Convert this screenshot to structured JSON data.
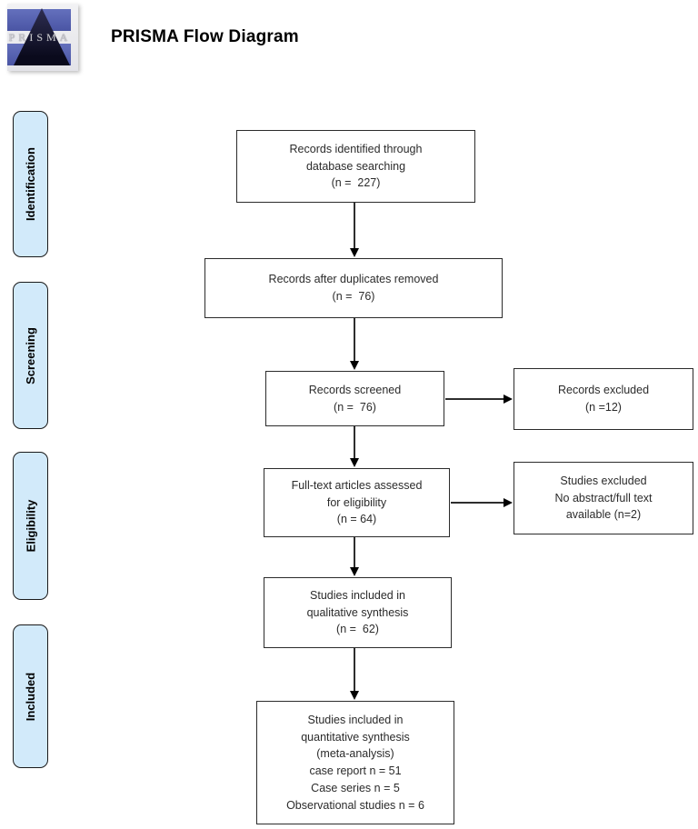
{
  "header": {
    "title": "PRISMA Flow Diagram",
    "logo_text": "PRISMA"
  },
  "sidebar": {
    "fill_color": "#d2eafa",
    "items": [
      {
        "label": "Identification"
      },
      {
        "label": "Screening"
      },
      {
        "label": "Eligibility"
      },
      {
        "label": "Included"
      }
    ]
  },
  "flow": {
    "boxes": {
      "records_identified": {
        "lines": [
          "Records identified through",
          "database searching",
          "(n =  227)"
        ]
      },
      "duplicates_removed": {
        "lines": [
          "Records after duplicates removed",
          "(n =  76)"
        ]
      },
      "records_screened": {
        "lines": [
          "Records screened",
          "(n =  76)"
        ]
      },
      "records_excluded": {
        "lines": [
          "Records excluded",
          "(n =12)"
        ]
      },
      "fulltext_assessed": {
        "lines": [
          "Full-text articles assessed",
          "for eligibility",
          "(n = 64)"
        ]
      },
      "studies_excluded": {
        "lines": [
          "Studies excluded",
          "No abstract/full text",
          "available (n=2)"
        ]
      },
      "qualitative_synthesis": {
        "lines": [
          "Studies included in",
          "qualitative synthesis",
          "(n =  62)"
        ]
      },
      "quantitative_synthesis": {
        "lines": [
          "Studies included in",
          "quantitative synthesis",
          "(meta-analysis)",
          "case report n = 51",
          "Case series n = 5",
          "Observational studies n = 6"
        ]
      }
    }
  }
}
